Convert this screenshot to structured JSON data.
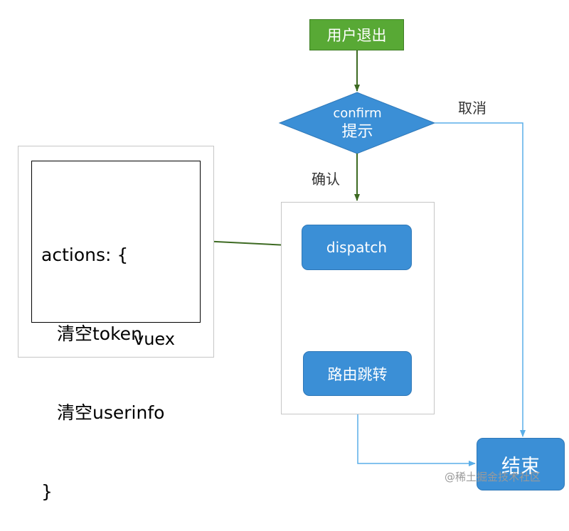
{
  "start": {
    "label": "用户退出"
  },
  "decision": {
    "line1": "confirm",
    "line2": "提示"
  },
  "edges": {
    "cancel": "取消",
    "confirm": "确认"
  },
  "vuex": {
    "code_lines": [
      "actions: {",
      "清空token",
      "清空userinfo",
      "}"
    ],
    "label": "vuex"
  },
  "process": {
    "dispatch": "dispatch",
    "route": "路由跳转"
  },
  "end": {
    "label": "结束"
  },
  "watermark": "@稀土掘金技术社区",
  "colors": {
    "green_node": "#58a935",
    "green_arrow": "#3d6a22",
    "blue_node": "#3b8fd6",
    "blue_arrow": "#5aaee8"
  }
}
